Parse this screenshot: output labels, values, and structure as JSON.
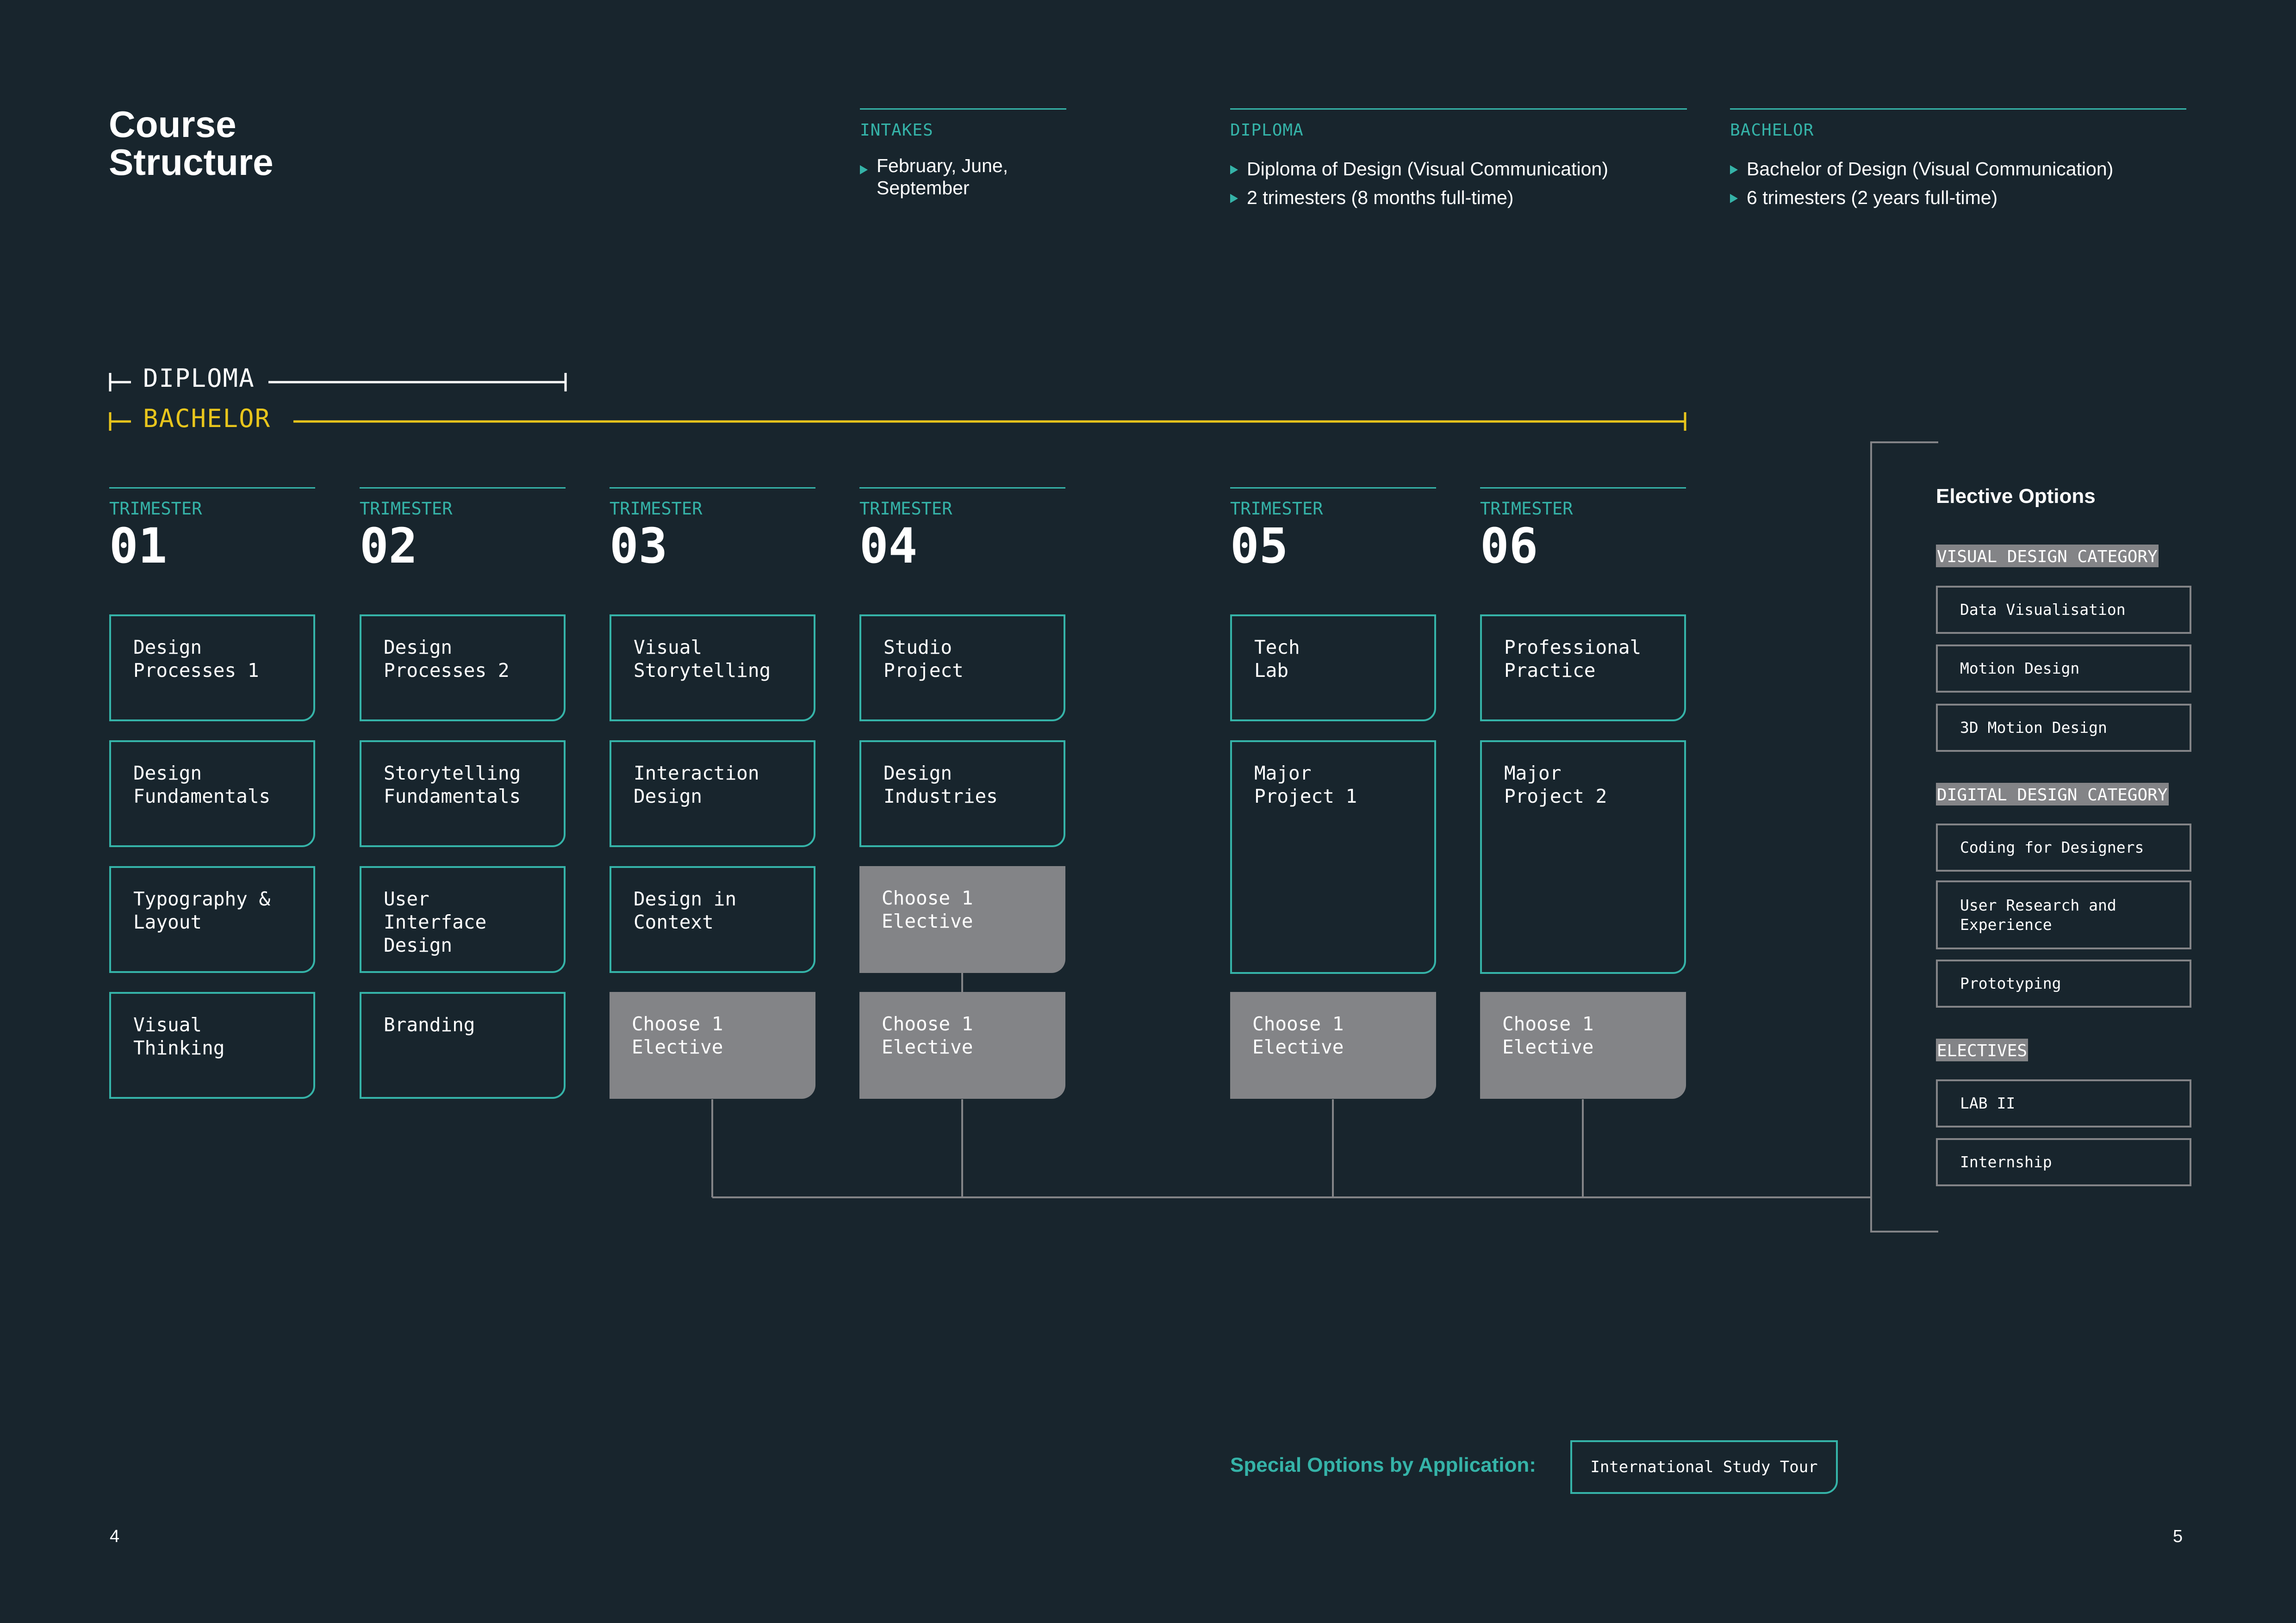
{
  "header": {
    "title": "Course\nStructure",
    "intakes": {
      "heading": "INTAKES",
      "items": [
        "February, June,\nSeptember"
      ]
    },
    "diploma": {
      "heading": "DIPLOMA",
      "items": [
        "Diploma of Design (Visual Communication)",
        "2 trimesters (8 months full-time)"
      ]
    },
    "bachelor": {
      "heading": "BACHELOR",
      "items": [
        "Bachelor of Design (Visual Communication)",
        "6 trimesters (2 years full-time)"
      ]
    }
  },
  "durations": {
    "diploma_label": "DIPLOMA",
    "bachelor_label": "BACHELOR"
  },
  "colors": {
    "background": "#18252d",
    "teal": "#35b3a8",
    "bachelor_yellow": "#e8c51c",
    "elective_gray": "#838487"
  },
  "trimesters": [
    {
      "label": "TRIMESTER",
      "number": "01",
      "courses": [
        "Design\nProcesses 1",
        "Design\nFundamentals",
        "Typography &\nLayout",
        "Visual\nThinking"
      ]
    },
    {
      "label": "TRIMESTER",
      "number": "02",
      "courses": [
        "Design\nProcesses 2",
        "Storytelling\nFundamentals",
        "User Interface\nDesign",
        "Branding"
      ]
    },
    {
      "label": "TRIMESTER",
      "number": "03",
      "courses": [
        "Visual\nStorytelling",
        "Interaction\nDesign",
        "Design in\nContext",
        "Choose 1\nElective"
      ]
    },
    {
      "label": "TRIMESTER",
      "number": "04",
      "courses": [
        "Studio\nProject",
        "Design\nIndustries",
        "Choose 1\nElective",
        "Choose 1\nElective"
      ]
    },
    {
      "label": "TRIMESTER",
      "number": "05",
      "courses": [
        "Tech\nLab",
        "Major\nProject 1",
        "Choose 1\nElective"
      ]
    },
    {
      "label": "TRIMESTER",
      "number": "06",
      "courses": [
        "Professional\nPractice",
        "Major\nProject 2",
        "Choose 1\nElective"
      ]
    }
  ],
  "elective_options": {
    "title": "Elective Options",
    "categories": [
      {
        "name": "VISUAL DESIGN CATEGORY",
        "items": [
          "Data Visualisation",
          "Motion Design",
          "3D Motion Design"
        ]
      },
      {
        "name": "DIGITAL DESIGN CATEGORY",
        "items": [
          "Coding for Designers",
          "User Research and\nExperience",
          "Prototyping"
        ]
      },
      {
        "name": "ELECTIVES",
        "items": [
          "LAB II",
          "Internship"
        ]
      }
    ]
  },
  "special_options": {
    "label": "Special Options by Application:",
    "item": "International Study Tour"
  },
  "page_numbers": {
    "left": "4",
    "right": "5"
  }
}
